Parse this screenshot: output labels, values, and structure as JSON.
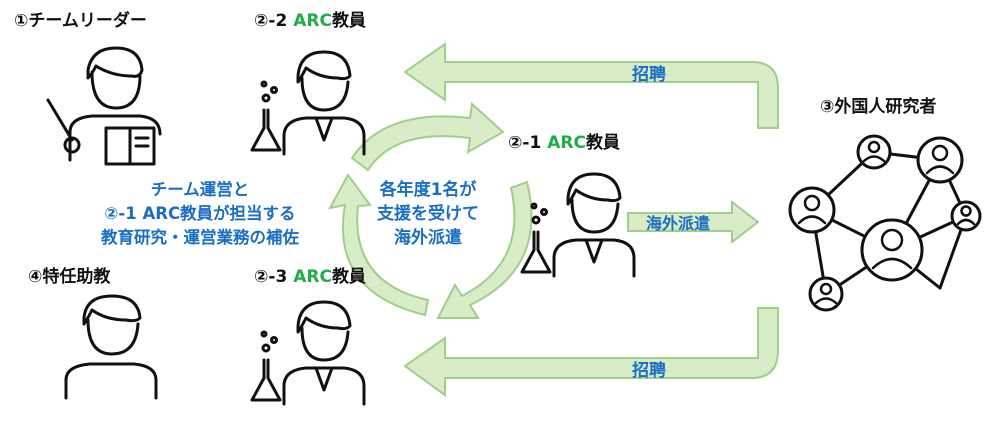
{
  "labels": {
    "leader": "①チームリーダー",
    "arc2_prefix": "②-2 ",
    "arc3_prefix": "②-3 ",
    "arc1_prefix": "②-1 ",
    "arc_word": "ARC",
    "arc_suffix": "教員",
    "foreign": "③外国人研究者",
    "assistant": "④特任助教"
  },
  "center_note": [
    "各年度1名が",
    "支援を受けて",
    "海外派遣"
  ],
  "left_note": [
    "チーム運営と",
    "②-1 ARC教員が担当する",
    "教育研究・運営業務の補佐"
  ],
  "arrows": {
    "top": "招聘",
    "middle": "海外派遣",
    "bottom": "招聘"
  },
  "colors": {
    "arrow_fill": "#d8ecc8",
    "arrow_stroke": "#9fcf8a",
    "accent_green": "#1fae45",
    "accent_blue": "#1a6fc4"
  }
}
